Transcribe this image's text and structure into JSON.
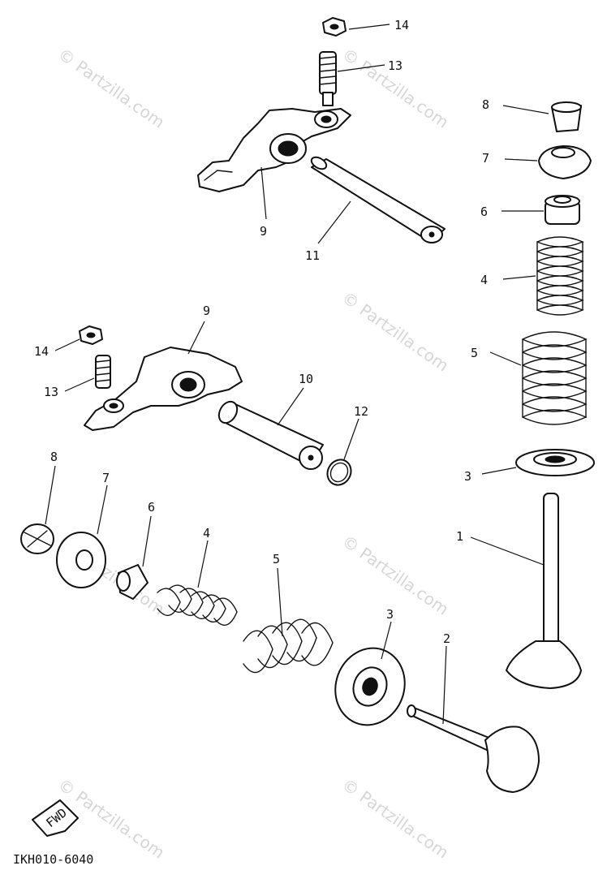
{
  "watermark": "© Partzilla.com",
  "drawing_code": "IKH010-6040",
  "fwd_label": "FWD",
  "callouts": {
    "n14a": "14",
    "n13a": "13",
    "n9a": "9",
    "n11": "11",
    "n8a": "8",
    "n7a": "7",
    "n6a": "6",
    "n4a": "4",
    "n5a": "5",
    "n3a": "3",
    "n1": "1",
    "n9b": "9",
    "n14b": "14",
    "n13b": "13",
    "n10": "10",
    "n12": "12",
    "n8b": "8",
    "n7b": "7",
    "n6b": "6",
    "n4b": "4",
    "n5b": "5",
    "n3b": "3",
    "n2": "2"
  }
}
